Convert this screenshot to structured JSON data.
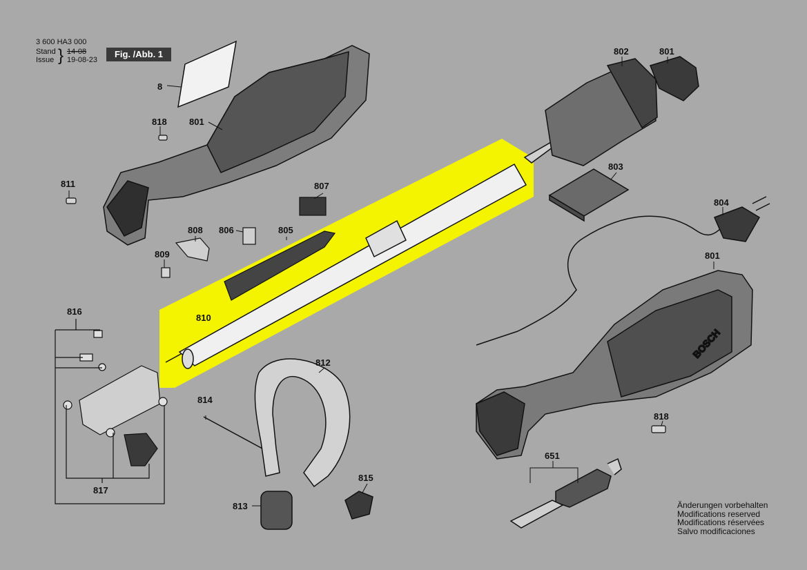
{
  "header": {
    "doc_number": "3 600 HA3 000",
    "stand_label": "Stand",
    "stand_value": "14-08",
    "issue_label": "Issue",
    "issue_value": "19-08-23",
    "figure_label": "Fig. /Abb. 1"
  },
  "parts": {
    "p8": "8",
    "p801a": "801",
    "p801b": "801",
    "p801c": "801",
    "p802": "802",
    "p803": "803",
    "p804": "804",
    "p805": "805",
    "p806": "806",
    "p807": "807",
    "p808": "808",
    "p809": "809",
    "p810": "810",
    "p811": "811",
    "p812": "812",
    "p813": "813",
    "p814": "814",
    "p815": "815",
    "p816": "816",
    "p817": "817",
    "p818a": "818",
    "p818b": "818",
    "p651": "651"
  },
  "brand": "BOSCH",
  "notice": {
    "de": "Änderungen vorbehalten",
    "en": "Modifications reserved",
    "fr": "Modifications réservées",
    "es": "Salvo modificaciones"
  },
  "highlight_color": "#f4f400"
}
